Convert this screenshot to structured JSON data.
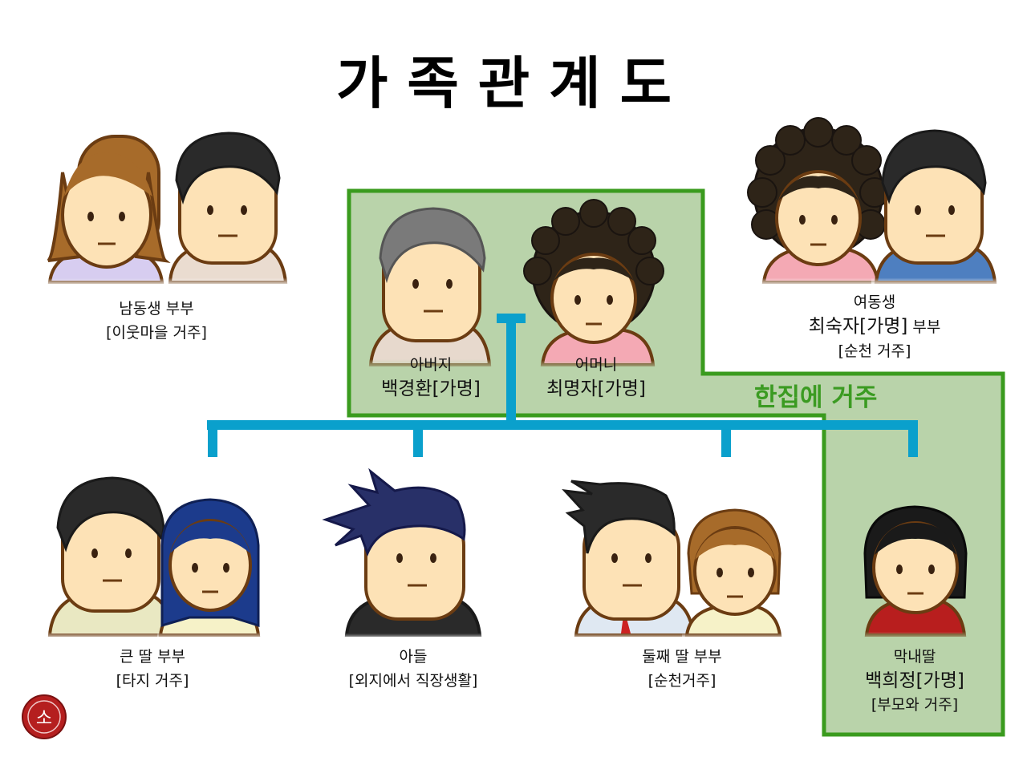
{
  "title": "가족관계도",
  "together_label": "한집에 거주",
  "colors": {
    "group_fill": "#b9d3aa",
    "group_border": "#3a9b1e",
    "tree_line": "#0aa0cc",
    "outline": "#6b3c12",
    "skin": "#fde2b6"
  },
  "people": {
    "brother": {
      "line1": "남동생 부부",
      "line2": "[이웃마을 거주]"
    },
    "sister": {
      "line1": "여동생",
      "line2": "최숙자[가명]",
      "line2b": " 부부",
      "line3": "[순천 거주]"
    },
    "father": {
      "line1": "아버지",
      "line2": "백경환[가명]"
    },
    "mother": {
      "line1": "어머니",
      "line2": "최명자[가명]"
    },
    "eldest_daughter": {
      "line1": "큰 딸 부부",
      "line2": "[타지 거주]"
    },
    "son": {
      "line1": "아들",
      "line2": "[외지에서 직장생활]"
    },
    "second_daughter": {
      "line1": "둘째 딸 부부",
      "line2": "[순천거주]"
    },
    "youngest_daughter": {
      "line1": "막내딸",
      "line2": "백희정[가명]",
      "line3": "[부모와 거주]"
    }
  },
  "logo_text": "소"
}
